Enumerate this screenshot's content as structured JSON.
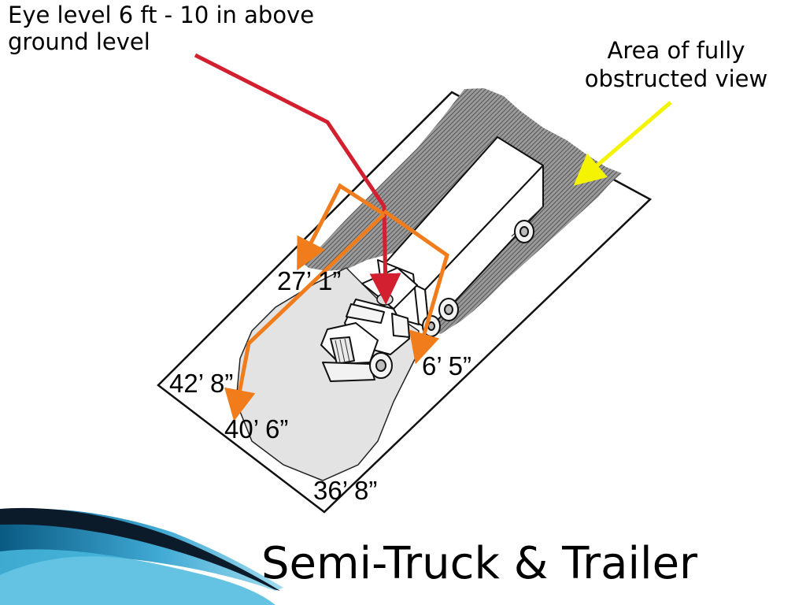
{
  "labels": {
    "eye_level": [
      "Eye level 6 ft - 10 in above",
      "ground level"
    ],
    "obstructed_area": [
      "Area of fully",
      "obstructed view"
    ]
  },
  "dimensions": {
    "front": "27’ 1”",
    "left_diagonal": "42’ 8”",
    "left_side": "40’ 6”",
    "front_corner": "36’ 8”",
    "right_side": "6’ 5”"
  },
  "title": "Semi-Truck & Trailer",
  "colors": {
    "eye_line": "#d32030",
    "dimension_arrows": "#f07c1c",
    "obstructed_arrow": "#f4f400",
    "blind_zone": "#e3e3e3",
    "obstructed_hatch": "#777777",
    "swoosh": [
      "#0a5a82",
      "#49b9de"
    ]
  },
  "icons": [
    "semi-truck-drawing",
    "eye-point-marker"
  ]
}
